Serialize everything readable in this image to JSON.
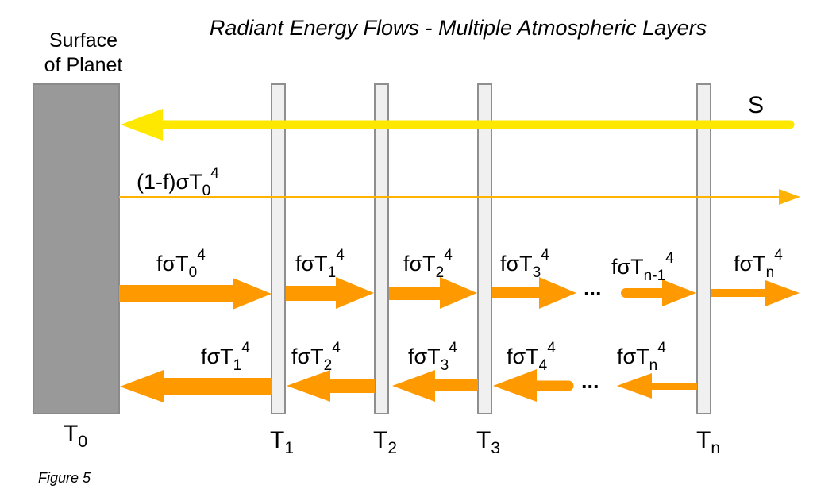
{
  "title": "Radiant Energy Flows - Multiple Atmospheric Layers",
  "surface": {
    "label_line1": "Surface",
    "label_line2": "of Planet",
    "temperature": {
      "base": "T",
      "sub": "0"
    }
  },
  "layers": [
    {
      "id": "T1",
      "base": "T",
      "sub": "1"
    },
    {
      "id": "T2",
      "base": "T",
      "sub": "2"
    },
    {
      "id": "T3",
      "base": "T",
      "sub": "3"
    },
    {
      "id": "Tn",
      "base": "T",
      "sub": "n"
    }
  ],
  "solar": {
    "label": "S",
    "color": "#FFE800",
    "direction": "left"
  },
  "transmitted": {
    "prefix": "(1-f)σT",
    "sub": "0",
    "sup": "4",
    "color": "#FFB300",
    "direction": "right"
  },
  "upward_flows": [
    {
      "prefix": "fσT",
      "sub": "0",
      "sup": "4"
    },
    {
      "prefix": "fσT",
      "sub": "1",
      "sup": "4"
    },
    {
      "prefix": "fσT",
      "sub": "2",
      "sup": "4"
    },
    {
      "prefix": "fσT",
      "sub": "3",
      "sup": "4"
    },
    {
      "prefix": "fσT",
      "sub": "n-1",
      "sup": "4"
    },
    {
      "prefix": "fσT",
      "sub": "n",
      "sup": "4"
    }
  ],
  "downward_flows": [
    {
      "prefix": "fσT",
      "sub": "1",
      "sup": "4"
    },
    {
      "prefix": "fσT",
      "sub": "2",
      "sup": "4"
    },
    {
      "prefix": "fσT",
      "sub": "3",
      "sup": "4"
    },
    {
      "prefix": "fσT",
      "sub": "4",
      "sup": "4"
    },
    {
      "prefix": "fσT",
      "sub": "n",
      "sup": "4"
    }
  ],
  "ellipsis": "...",
  "flow_color": "#FF9900",
  "surface_color": "#999999",
  "layer_fill": "#F0F0F0",
  "caption": "Figure 5"
}
